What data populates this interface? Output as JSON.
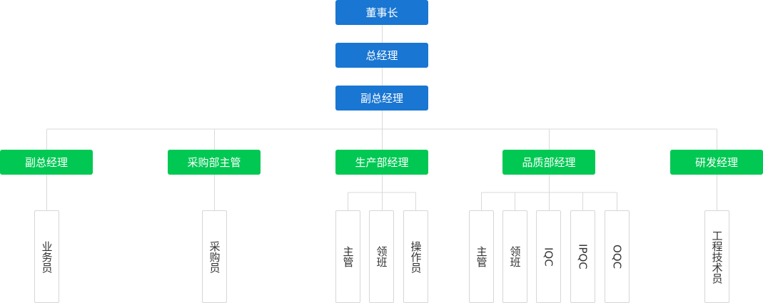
{
  "colors": {
    "executive": "#1976d2",
    "department": "#00c853",
    "line": "#d9d9d9",
    "role_border": "#d6d6d6",
    "role_text": "#333333"
  },
  "executives": [
    {
      "label": "董事长"
    },
    {
      "label": "总经理"
    },
    {
      "label": "副总经理"
    }
  ],
  "departments": [
    {
      "label": "副总经理",
      "roles": [
        "业务员"
      ]
    },
    {
      "label": "采购部主管",
      "roles": [
        "采购员"
      ]
    },
    {
      "label": "生产部经理",
      "roles": [
        "主管",
        "领班",
        "操作员"
      ]
    },
    {
      "label": "品质部经理",
      "roles": [
        "主管",
        "领班",
        "IQC",
        "IPQC",
        "OQC"
      ]
    },
    {
      "label": "研发经理",
      "roles": [
        "工程技术员"
      ]
    }
  ]
}
